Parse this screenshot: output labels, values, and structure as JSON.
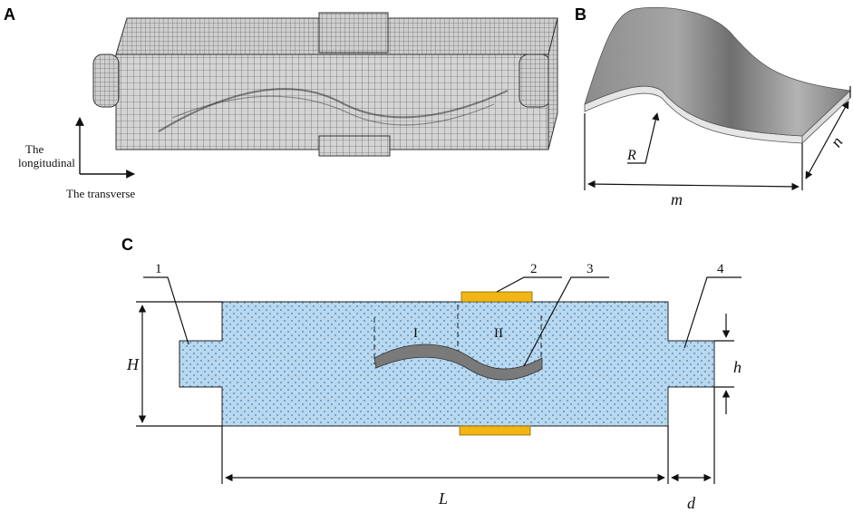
{
  "panels": {
    "a": {
      "letter": "A",
      "axis_label_vertical": "The\nlongitudinal",
      "axis_label_horizontal": "The transverse"
    },
    "b": {
      "letter": "B",
      "dim_radius": "R",
      "dim_width": "m",
      "dim_depth": "n"
    },
    "c": {
      "letter": "C",
      "callouts": [
        "1",
        "2",
        "3",
        "4"
      ],
      "zones": [
        "I",
        "II"
      ],
      "dim_height_outer": "H",
      "dim_height_inner": "h",
      "dim_length": "L",
      "dim_extension": "d"
    }
  },
  "colors": {
    "water": "#b9d8ee",
    "dots": "#3a7fc2",
    "electrode": "#f2b514",
    "plate": "#7a7a7a",
    "mesh": "#555555"
  }
}
